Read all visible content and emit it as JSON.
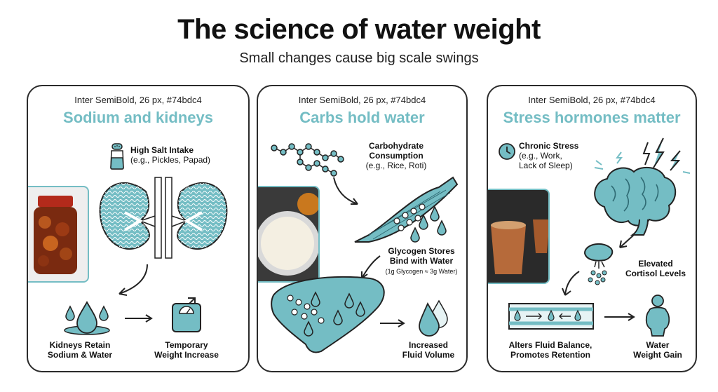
{
  "header": {
    "title": "The science of water weight",
    "subtitle": "Small changes cause big scale swings"
  },
  "colors": {
    "accent": "#74bdc4",
    "dark": "#2f6b74",
    "ink": "#222222"
  },
  "panels": [
    {
      "spec": "Inter SemiBold, 26 px, #74bdc4",
      "title": "Sodium and kidneys",
      "cause_title": "High Salt Intake",
      "cause_sub": "(e.g., Pickles, Papad)",
      "effect1": [
        "Kidneys Retain",
        "Sodium & Water"
      ],
      "effect2": [
        "Temporary",
        "Weight Increase"
      ],
      "icons": [
        "salt-shaker-icon",
        "kidneys-icon",
        "water-drops-icon",
        "scale-icon"
      ]
    },
    {
      "spec": "Inter SemiBold, 26 px, #74bdc4",
      "title": "Carbs hold water",
      "cause_title": [
        "Carbohydrate",
        "Consumption"
      ],
      "cause_sub": "(e.g., Rice, Roti)",
      "mid_title": [
        "Glycogen Stores",
        "Bind with Water"
      ],
      "mid_sub": "(1g Glycogen ≈ 3g Water)",
      "effect": [
        "Increased",
        "Fluid Volume"
      ],
      "icons": [
        "molecule-chain-icon",
        "muscle-icon",
        "liver-icon",
        "water-drop-icon"
      ]
    },
    {
      "spec": "Inter SemiBold, 26 px, #74bdc4",
      "title": "Stress hormones matter",
      "cause_title": "Chronic Stress",
      "cause_sub": [
        "(e.g., Work,",
        "Lack of Sleep)"
      ],
      "mid": [
        "Elevated",
        "Cortisol Levels"
      ],
      "effect1": [
        "Alters Fluid Balance,",
        "Promotes Retention"
      ],
      "effect2": [
        "Water",
        "Weight Gain"
      ],
      "icons": [
        "clock-icon",
        "lightning-icon",
        "brain-icon",
        "adrenal-gland-icon",
        "blood-vessel-icon",
        "person-icon"
      ]
    }
  ]
}
